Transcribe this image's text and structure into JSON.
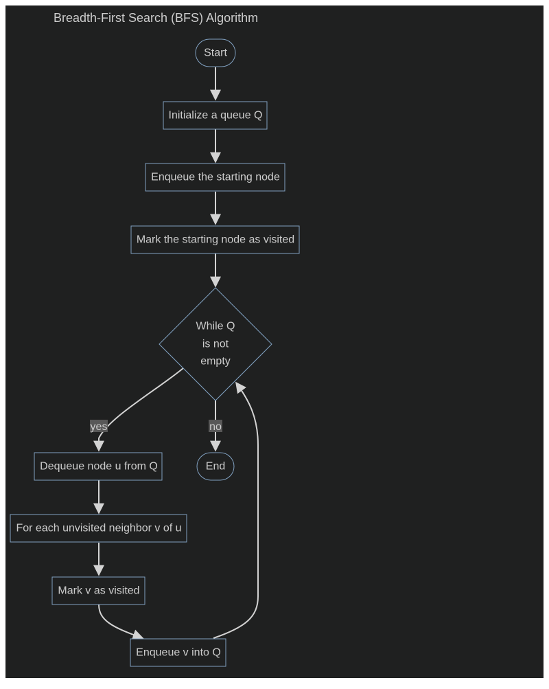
{
  "title": "Breadth-First Search (BFS) Algorithm",
  "colors": {
    "background": "#1f2020",
    "node_fill": "#1f2020",
    "node_stroke": "#81a1c1",
    "edge": "#d3d3d3",
    "text": "#cccccc",
    "label_bg": "#585858"
  },
  "nodes": {
    "start": "Start",
    "init_queue": "Initialize a queue Q",
    "enqueue_start": "Enqueue the starting node",
    "mark_start": "Mark the starting node as visited",
    "while_l1": "While Q",
    "while_l2": "is not",
    "while_l3": "empty",
    "dequeue": "Dequeue node u from Q",
    "for_each": "For each unvisited neighbor v of u",
    "mark_v": "Mark v as visited",
    "enqueue_v": "Enqueue v into Q",
    "end": "End"
  },
  "edge_labels": {
    "yes": "yes",
    "no": "no"
  }
}
